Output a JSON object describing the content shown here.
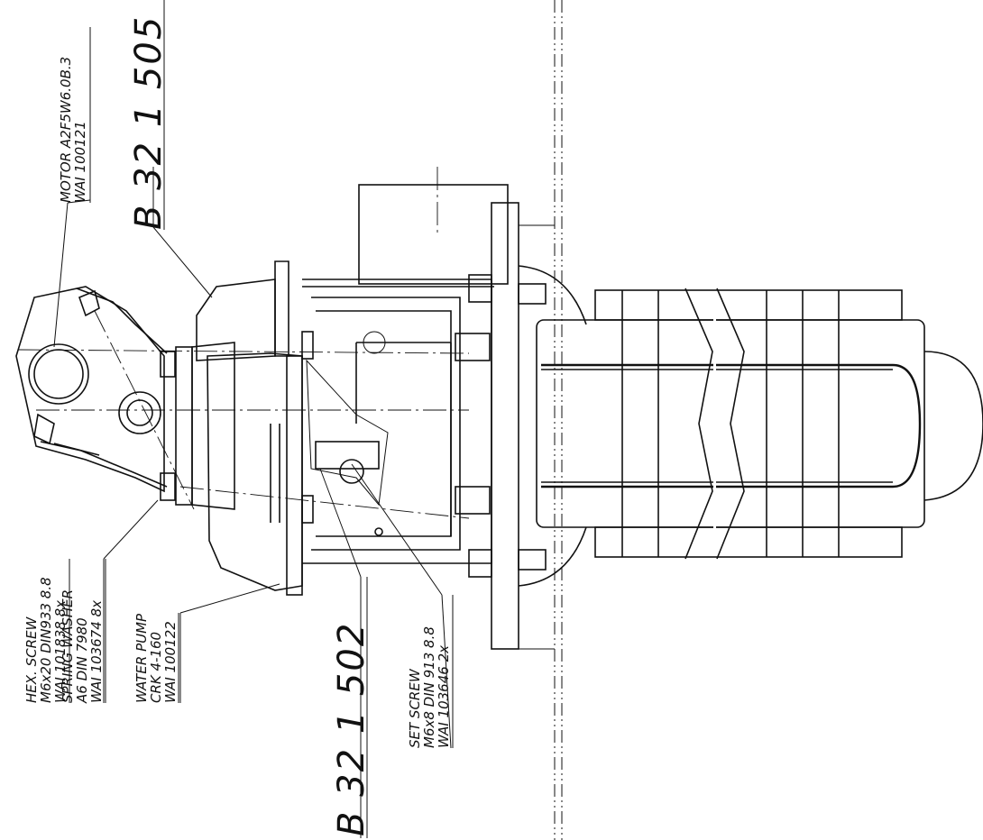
{
  "drawing_numbers": {
    "top": "B 32 1 505",
    "bottom": "B 32 1 502"
  },
  "labels": {
    "motor": {
      "line1": "MOTOR A2F5W6.0B.3",
      "line2": "WAI 100121"
    },
    "hex_screw": {
      "line1": "HEX. SCREW",
      "line2": "M6x20 DIN933 8.8",
      "line3": "WAI 101838 8x"
    },
    "spring_washer": {
      "line1": "SPRING WASHER",
      "line2": "A6 DIN 7980",
      "line3": "WAI 103674 8x"
    },
    "water_pump": {
      "line1": "WATER PUMP",
      "line2": "CRK 4-160",
      "line3": "WAI 100122"
    },
    "set_screw": {
      "line1": "SET SCREW",
      "line2": "M6x8 DIN 913 8.8",
      "line3": "WAI 103646 2x"
    }
  }
}
